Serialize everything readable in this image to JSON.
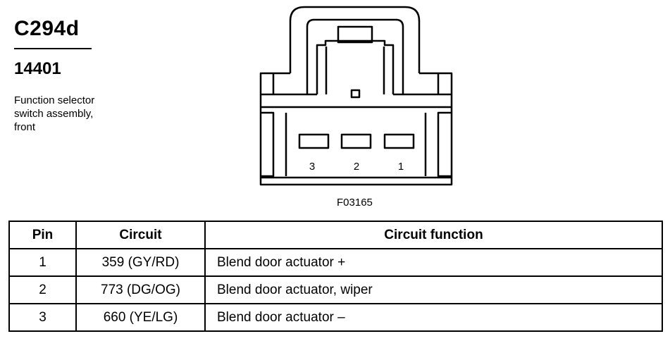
{
  "header": {
    "connector_id": "C294d",
    "part_number": "14401",
    "description": "Function selector\nswitch assembly,\nfront"
  },
  "diagram": {
    "pin_labels": [
      "3",
      "2",
      "1"
    ],
    "figure_code": "F03165"
  },
  "table": {
    "headers": [
      "Pin",
      "Circuit",
      "Circuit function"
    ],
    "rows": [
      {
        "pin": "1",
        "circuit": "359 (GY/RD)",
        "function": "Blend door actuator +"
      },
      {
        "pin": "2",
        "circuit": "773 (DG/OG)",
        "function": "Blend door actuator, wiper"
      },
      {
        "pin": "3",
        "circuit": "660 (YE/LG)",
        "function": "Blend door actuator –"
      }
    ]
  }
}
